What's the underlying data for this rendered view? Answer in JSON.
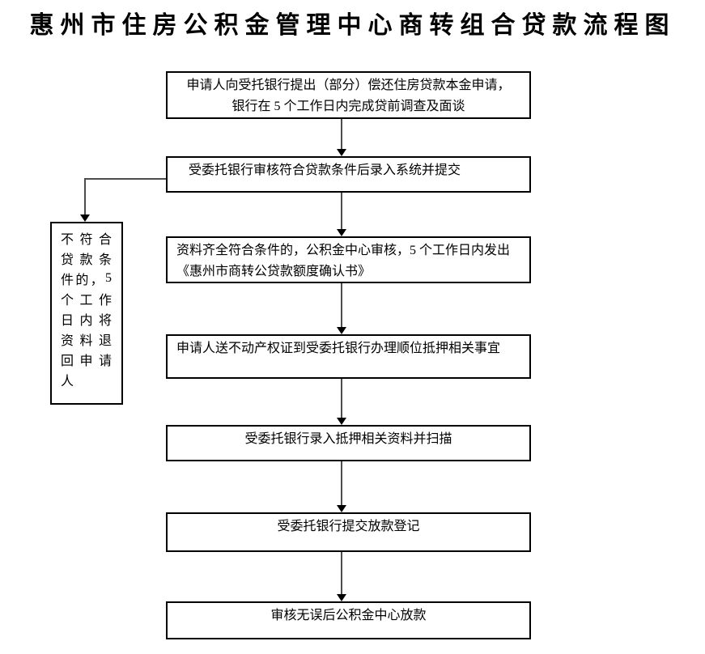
{
  "title": "惠州市住房公积金管理中心商转组合贷款流程图",
  "flow": {
    "steps": [
      {
        "label": "申请人向受托银行提出（部分）偿还住房贷款本金申请，\n银行在 5 个工作日内完成贷前调查及面谈"
      },
      {
        "label": "受委托银行审核符合贷款条件后录入系统并提交"
      },
      {
        "label": "资料齐全符合条件的，公积金中心审核，5 个工作日内发出\n《惠州市商转公贷款额度确认书》"
      },
      {
        "label": "申请人送不动产权证到受委托银行办理顺位抵押相关事宜"
      },
      {
        "label": "受委托银行录入抵押相关资料并扫描"
      },
      {
        "label": "受委托银行提交放款登记"
      },
      {
        "label": "审核无误后公积金中心放款"
      }
    ],
    "reject_branch": {
      "text": "不符合贷款条件的，5个工作日内将资料退回申请人",
      "lines": [
        "不符合",
        "贷款条",
        "件的，5",
        "个工作",
        "日内将",
        "资料退",
        "回申请",
        "人"
      ]
    },
    "colors": {
      "line": "#4d4d4d",
      "arrowhead": "#000000",
      "border": "#000000",
      "text": "#000000",
      "background": "#ffffff"
    }
  }
}
